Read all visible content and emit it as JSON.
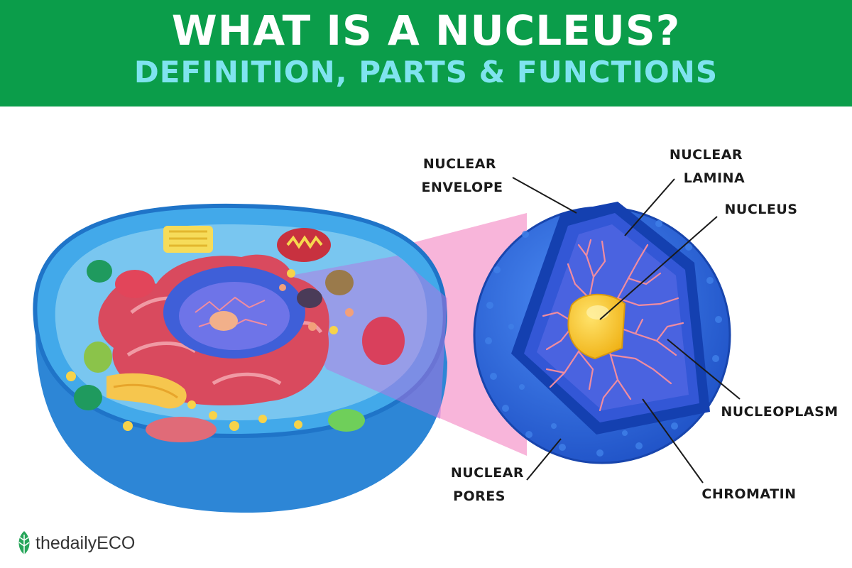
{
  "header": {
    "title": "WHAT IS A NUCLEUS?",
    "subtitle": "DEFINITION, PARTS & FUNCTIONS"
  },
  "labels": {
    "nuclear_envelope": [
      "NUCLEAR",
      "ENVELOPE"
    ],
    "nuclear_lamina": [
      "NUCLEAR",
      "LAMINA"
    ],
    "nucleus": "NUCLEUS",
    "nucleoplasm": "NUCLEOPLASM",
    "chromatin": "CHROMATIN",
    "nuclear_pores": [
      "NUCLEAR",
      "PORES"
    ]
  },
  "brand": {
    "name": "thedailyECO",
    "icon": "leaf-icon"
  },
  "colors": {
    "header_bg": "#0b9d4a",
    "title": "#ffffff",
    "subtitle": "#7fe3ef",
    "membrane": "#2e6fe0",
    "chromatin": "#f08ca0",
    "nucleolus": "#f5c427",
    "zoom_cone": "#f7a8d3"
  }
}
